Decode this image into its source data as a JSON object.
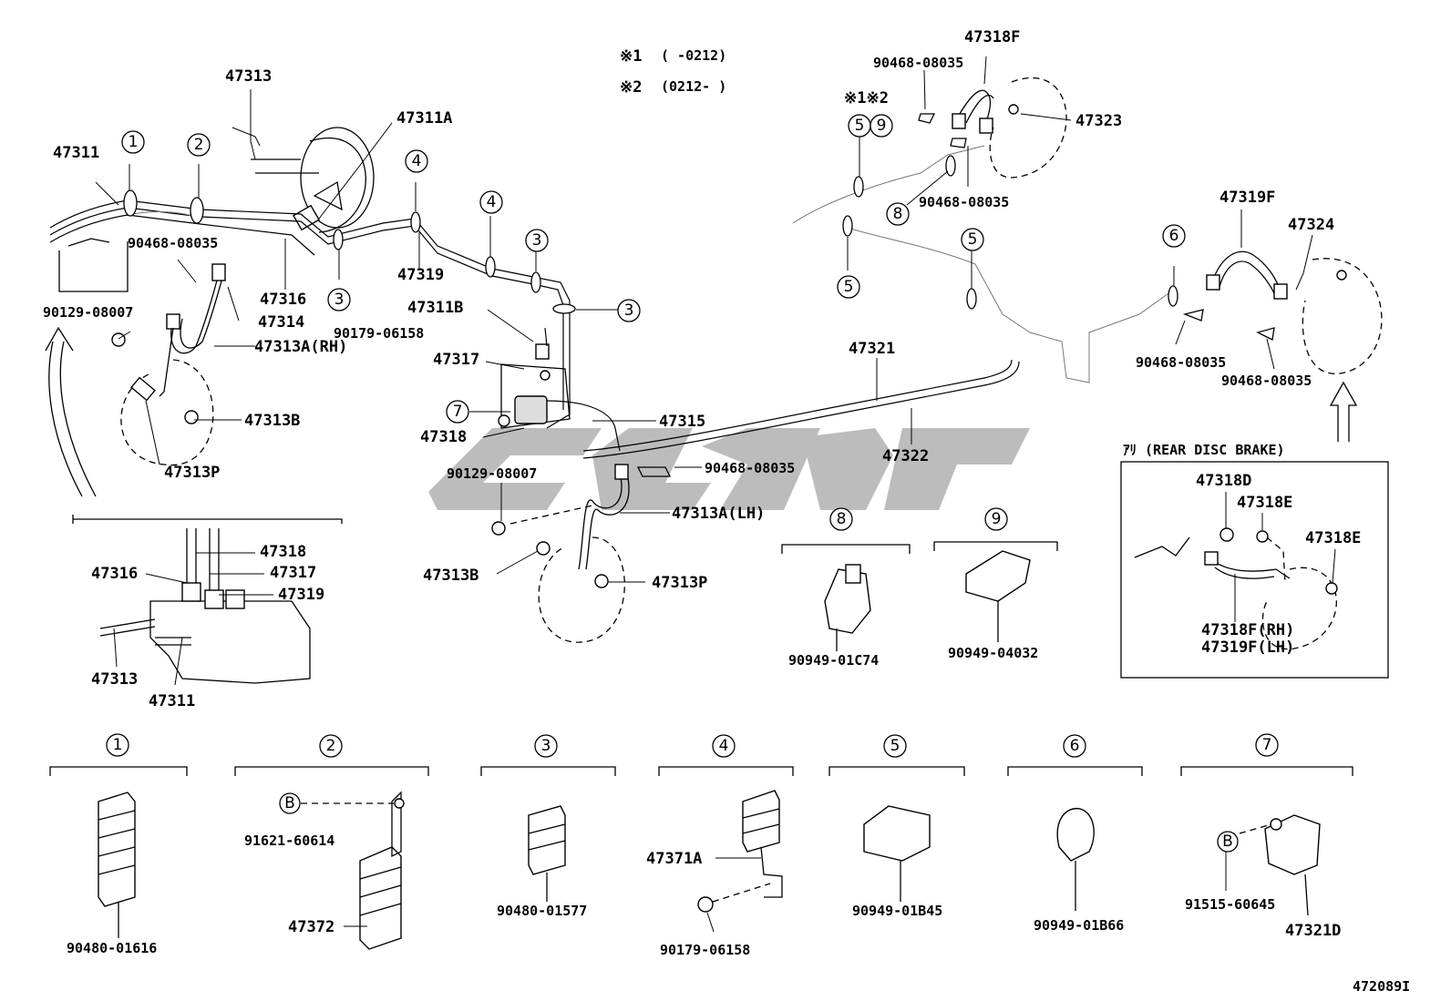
{
  "notes": {
    "n1_mark": "※1",
    "n1_range": "(      -0212)",
    "n2_mark": "※2",
    "n2_range": "(0212-      )",
    "n12": "※1※2"
  },
  "labels": {
    "l47313": "47313",
    "l47311": "47311",
    "l47311A": "47311A",
    "l90468_a": "90468-08035",
    "l90129_a": "90129-08007",
    "l47316": "47316",
    "l47314": "47314",
    "l47313A_RH": "47313A(RH)",
    "l47313B_a": "47313B",
    "l47313P_a": "47313P",
    "l47319": "47319",
    "l47311B": "47311B",
    "l90179_a": "90179-06158",
    "l47317": "47317",
    "l47318": "47318",
    "l47315": "47315",
    "l90129_b": "90129-08007",
    "l90468_b": "90468-08035",
    "l47313A_LH": "47313A(LH)",
    "l47313B_b": "47313B",
    "l47313P_b": "47313P",
    "l47321": "47321",
    "l47322": "47322",
    "l47318F": "47318F",
    "l90468_c": "90468-08035",
    "l47323": "47323",
    "l90468_d": "90468-08035",
    "l47319F": "47319F",
    "l47324": "47324",
    "l90468_e": "90468-08035",
    "l90468_f": "90468-08035",
    "ins_47316": "47316",
    "ins_47318": "47318",
    "ins_47317": "47317",
    "ins_47319": "47319",
    "ins_47313": "47313",
    "ins_47311": "47311",
    "p90949_01C74": "90949-01C74",
    "p90949_04032": "90949-04032",
    "rear_title": "ｱﾘ (REAR DISC BRAKE)",
    "r47318D": "47318D",
    "r47318E_a": "47318E",
    "r47318E_b": "47318E",
    "r47318F_RH": "47318F(RH)",
    "r47319F_LH": "47319F(LH)",
    "b90480_01616": "90480-01616",
    "b91621_60614": "91621-60614",
    "b47372": "47372",
    "b90480_01577": "90480-01577",
    "b47371A": "47371A",
    "b90179_06158": "90179-06158",
    "b90949_01B45": "90949-01B45",
    "b90949_01B66": "90949-01B66",
    "b91515_60645": "91515-60645",
    "b47321D": "47321D",
    "figure_id": "472089I"
  },
  "callouts": {
    "c1": "1",
    "c2": "2",
    "c3": "3",
    "c4": "4",
    "c5": "5",
    "c6": "6",
    "c7": "7",
    "c8": "8",
    "c9": "9",
    "cB": "B"
  }
}
